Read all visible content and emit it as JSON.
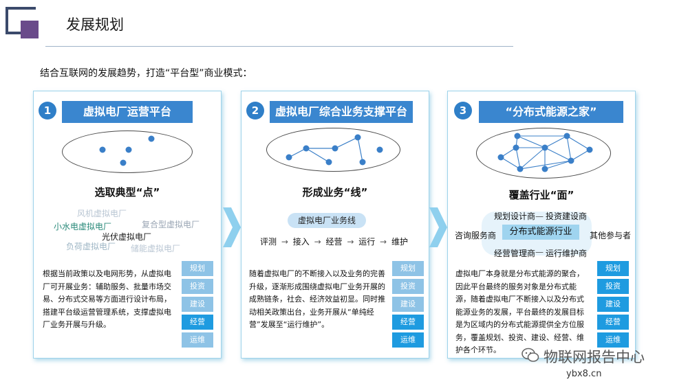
{
  "title": "发展规划",
  "intro": "结合互联网的发展趋势，打造“平台型”商业模式：",
  "cards": [
    {
      "num": "1",
      "banner": "虚拟电厂运营平台",
      "subhead": "选取典型“点”",
      "words": [
        {
          "text": "风机虚拟电厂",
          "color": "#b9c6d3"
        },
        {
          "text": "小水电虚拟电厂",
          "color": "#2a8a7a"
        },
        {
          "text": "复合型虚拟电厂",
          "color": "#9aa6b4"
        },
        {
          "text": "光伏虚拟电厂",
          "color": "#1a1a1a"
        },
        {
          "text": "负荷虚拟电厂",
          "color": "#9fb7c6"
        },
        {
          "text": "储能虚拟电厂",
          "color": "#b9c6d3"
        }
      ],
      "para": "根据当前政策以及电网形势，从虚拟电厂可开展业务：辅助服务、批量市场交易、分布式交易等方面进行设计布局，搭建平台级运营管理系统，支撑虚拟电厂业务开展与升级。"
    },
    {
      "num": "2",
      "banner": "虚拟电厂综合业务支撑平台",
      "subhead": "形成业务“线”",
      "pill": "虚拟电厂业务线",
      "flow": [
        "评测",
        "接入",
        "经营",
        "运行",
        "维护"
      ],
      "flow_arrow": "→",
      "para": "随着虚拟电厂的不断接入以及业务的完善升级，逐渐形成围绕虚拟电厂业务开展的成熟链条，社会、经济效益初显。同时推动相关政策出台，业务开展从“单纯经营”发展至“运行维护”。"
    },
    {
      "num": "3",
      "banner": "“分布式能源之家”",
      "subhead": "覆盖行业“面”",
      "eco": {
        "center": "分布式能源行业",
        "top_left": "规划设计商",
        "top_right": "投资建设商",
        "left": "咨询服务商",
        "right": "其他参与者",
        "bottom_left": "经营管理商",
        "bottom_right": "运行维护商"
      },
      "para": "虚拟电厂本身就是分布式能源的聚合，因此平台最终的服务对象是分布式能源，随着虚拟电厂不断接入以及分布式能源业务的发展，平台最终的发展目标是为区域内的分布式能源提供全方位服务，覆盖规划、投资、建设、经营、维护各个环节。"
    }
  ],
  "stages": [
    "规划",
    "投资",
    "建设",
    "经营",
    "运维"
  ],
  "colors": {
    "accent": "#3a86cf",
    "stage_light": "#8ec3e6",
    "stage_dark": "#1e9be0",
    "chevron": "#8fd0ee"
  },
  "footer": {
    "brand": "物联网报告中心",
    "site": "ybx8.cn"
  }
}
